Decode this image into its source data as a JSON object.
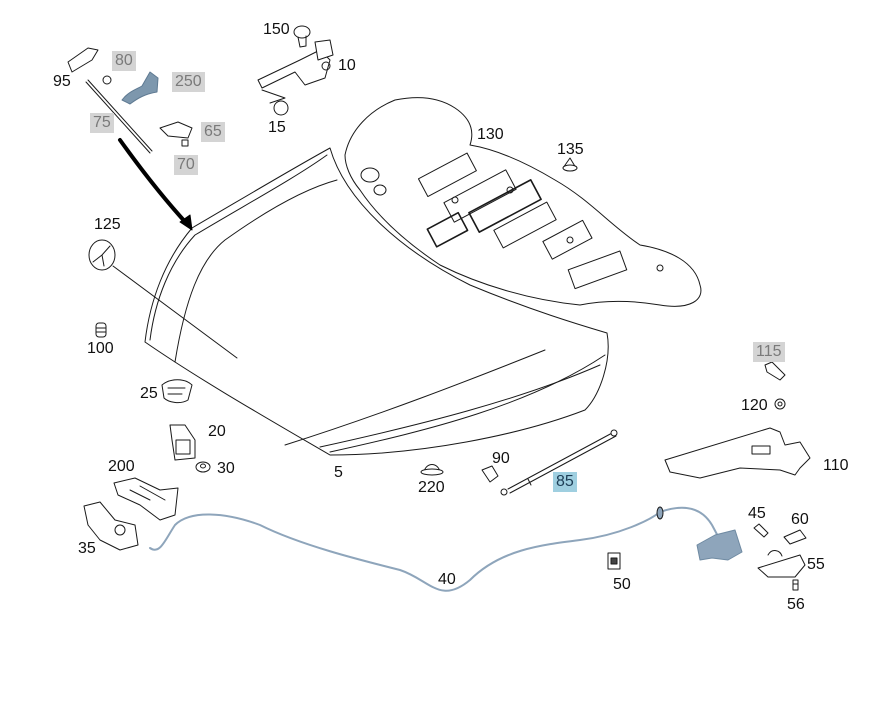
{
  "diagram": {
    "title": "Engine hood parts diagram",
    "colors": {
      "line": "#1a1a1a",
      "part_fill": "#ffffff",
      "highlight_part": "#7d97ad",
      "cable": "#8ea5bb",
      "grey_tag_bg": "#d4d4d4",
      "grey_tag_text": "#7a7a7a",
      "selected_tag_bg": "#9fcfe0",
      "selected_tag_text": "#1d3d55"
    },
    "callouts": [
      {
        "id": "95",
        "label": "95",
        "part": "hood release handle bracket",
        "style": "normal"
      },
      {
        "id": "80",
        "label": "80",
        "part": "clip",
        "style": "grey"
      },
      {
        "id": "250",
        "label": "250",
        "part": "release handle",
        "style": "grey"
      },
      {
        "id": "75",
        "label": "75",
        "part": "rod",
        "style": "grey"
      },
      {
        "id": "65",
        "label": "65",
        "part": "bracket",
        "style": "grey"
      },
      {
        "id": "70",
        "label": "70",
        "part": "clip",
        "style": "grey"
      },
      {
        "id": "150",
        "label": "150",
        "part": "bolt",
        "style": "normal"
      },
      {
        "id": "10",
        "label": "10",
        "part": "hood hinge",
        "style": "normal"
      },
      {
        "id": "15",
        "label": "15",
        "part": "bolt",
        "style": "normal"
      },
      {
        "id": "130",
        "label": "130",
        "part": "hood insulation mat",
        "style": "normal"
      },
      {
        "id": "135",
        "label": "135",
        "part": "clip",
        "style": "normal"
      },
      {
        "id": "125",
        "label": "125",
        "part": "star emblem",
        "style": "normal"
      },
      {
        "id": "100",
        "label": "100",
        "part": "buffer",
        "style": "normal"
      },
      {
        "id": "25",
        "label": "25",
        "part": "lock cover",
        "style": "normal"
      },
      {
        "id": "20",
        "label": "20",
        "part": "bracket",
        "style": "normal"
      },
      {
        "id": "30",
        "label": "30",
        "part": "nut",
        "style": "normal"
      },
      {
        "id": "200",
        "label": "200",
        "part": "lock actuator",
        "style": "normal"
      },
      {
        "id": "35",
        "label": "35",
        "part": "hood lock",
        "style": "normal"
      },
      {
        "id": "5",
        "label": "5",
        "part": "engine hood",
        "style": "normal"
      },
      {
        "id": "220",
        "label": "220",
        "part": "rubber buffer",
        "style": "normal"
      },
      {
        "id": "90",
        "label": "90",
        "part": "ball stud",
        "style": "normal"
      },
      {
        "id": "85",
        "label": "85",
        "part": "gas strut",
        "style": "selected"
      },
      {
        "id": "115",
        "label": "115",
        "part": "bolt",
        "style": "grey"
      },
      {
        "id": "120",
        "label": "120",
        "part": "nut",
        "style": "normal"
      },
      {
        "id": "110",
        "label": "110",
        "part": "bracket",
        "style": "normal"
      },
      {
        "id": "40",
        "label": "40",
        "part": "release cable",
        "style": "normal"
      },
      {
        "id": "50",
        "label": "50",
        "part": "clip",
        "style": "normal"
      },
      {
        "id": "45",
        "label": "45",
        "part": "screw",
        "style": "normal"
      },
      {
        "id": "60",
        "label": "60",
        "part": "clip",
        "style": "normal"
      },
      {
        "id": "55",
        "label": "55",
        "part": "release handle",
        "style": "normal"
      },
      {
        "id": "56",
        "label": "56",
        "part": "screw",
        "style": "normal"
      }
    ]
  }
}
